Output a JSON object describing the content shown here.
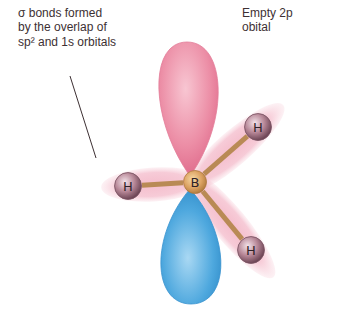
{
  "diagram": {
    "nodes": [
      {
        "text": [
          "H"
        ]
      },
      {
        "text": [
          "H"
        ]
      },
      {
        "text": [
          "B"
        ]
      },
      {
        "text": [
          "H"
        ]
      }
    ],
    "edges": [
      {
        "from": 2,
        "to": 0,
        "arrow": "none"
      },
      {
        "from": 2,
        "to": 1,
        "arrow": "none"
      },
      {
        "from": 2,
        "to": 3,
        "arrow": "none"
      }
    ],
    "labels": [
      "σ bonds formed by the overlap of sp² and 1s orbitals",
      "Empty 2p obital"
    ]
  }
}
